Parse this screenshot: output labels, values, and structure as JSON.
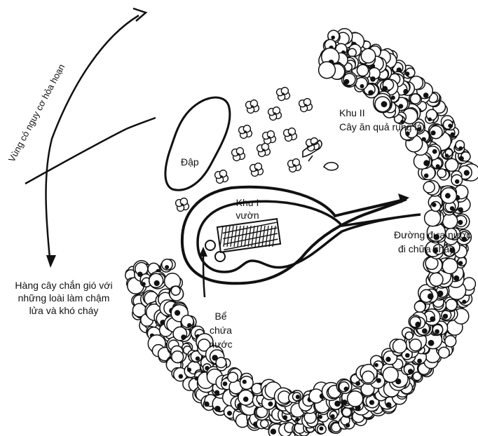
{
  "labels": {
    "fire_risk": "Vùng có nguy cơ hỏa hoạn",
    "zone2_title": "Khu II",
    "zone2_desc": "Cây ăn quả rụng lá",
    "dam": "Đập",
    "zone1_line1": "Khu I",
    "zone1_line2": "vườn",
    "water_line1": "Đường đưa nước",
    "water_line2": "đi chữa cháy",
    "windbreak_line1": "Hàng cây chắn gió với",
    "windbreak_line2": "những loài làm chậm",
    "windbreak_line3": "lửa và khó cháy",
    "tank_line1": "Bể",
    "tank_line2": "chứa",
    "tank_line3": "nước"
  },
  "colors": {
    "ink": "#111111",
    "background": "#ffffff"
  }
}
